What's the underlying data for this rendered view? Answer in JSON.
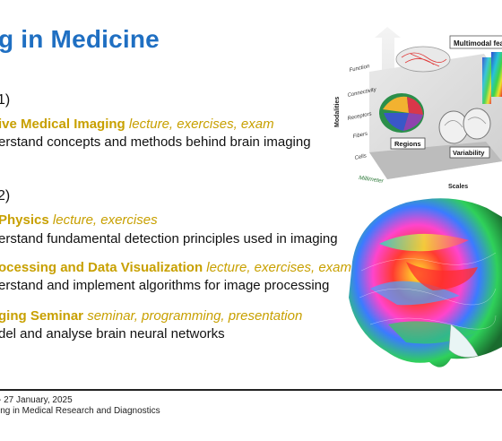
{
  "slide": {
    "title": "g in Medicine",
    "sections": [
      {
        "semester": "1)",
        "courses": [
          {
            "name": "ive Medical Imaging",
            "format": "lecture, exercises, exam",
            "desc": "erstand concepts and methods behind brain imaging"
          }
        ]
      },
      {
        "semester": "2)",
        "courses": [
          {
            "name": "Physics",
            "format": "lecture, exercises",
            "desc": "erstand fundamental detection principles used in imaging"
          },
          {
            "name": "ocessing and Data Visualization",
            "format": "lecture, exercises, exam",
            "desc": "erstand and implement algorithms for image processing"
          },
          {
            "name": "ging Seminar",
            "format": "seminar, programming, presentation",
            "desc": "del and analyse brain neural networks"
          }
        ]
      }
    ],
    "footer": {
      "line1": "- 27 January, 2025",
      "line2": "ing in Medical Research and Diagnostics"
    }
  },
  "figure_multimodal": {
    "header": "Multimodal fea",
    "modalities_label": "Modalities",
    "modalities": [
      "Function",
      "Connectivity",
      "Receptors",
      "Fibers",
      "Cells"
    ],
    "regions_label": "Regions",
    "variability_label": "Variability",
    "scale_unit": "Millimeter",
    "scales_label": "Scales"
  }
}
